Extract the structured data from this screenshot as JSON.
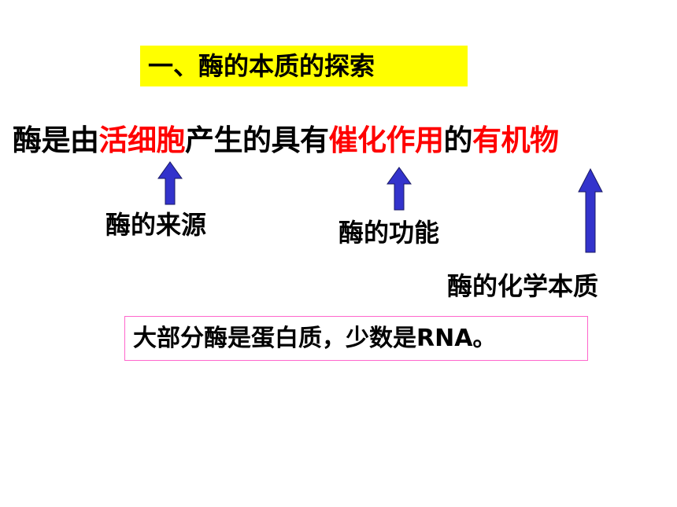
{
  "slide": {
    "title": "一、酶的本质的探索",
    "definition": {
      "p1": "酶是由",
      "p2": "活细胞",
      "p3": "产生的具有",
      "p4": "催化作用",
      "p5": "的",
      "p6": "有机物"
    },
    "labels": {
      "source": "酶的来源",
      "function": "酶的功能",
      "chemical_nature": "酶的化学本质"
    },
    "note": "大部分酶是蛋白质，少数是RNA。"
  },
  "colors": {
    "title_bg": "#ffff00",
    "highlight": "#ff0000",
    "arrow": "#3333cc",
    "note_border": "#ff66cc"
  }
}
